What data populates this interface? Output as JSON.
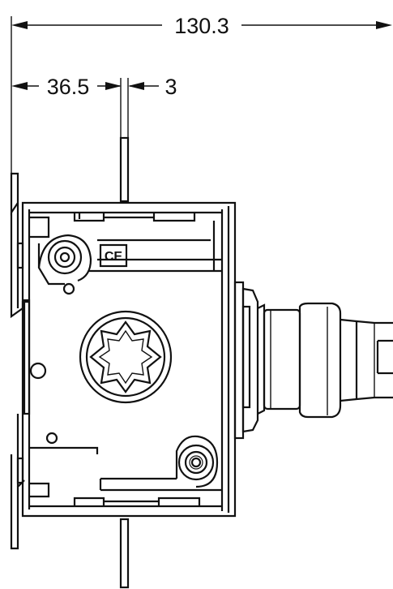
{
  "dimensions": {
    "overall_width": "130.3",
    "front_offset": "36.5",
    "plate_thickness": "3"
  },
  "marks": {
    "ce_mark": "CE"
  }
}
